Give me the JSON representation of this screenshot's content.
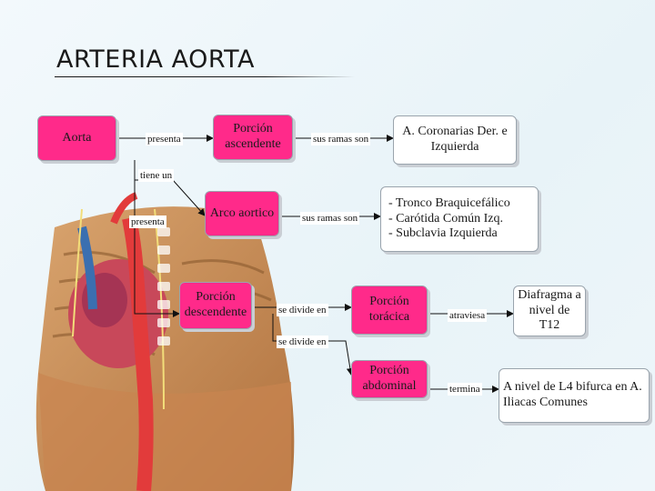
{
  "title": "ARTERIA AORTA",
  "nodes": {
    "aorta": "Aorta",
    "ascendente": "Porción ascendente",
    "coronarias": "A. Coronarias Der. e Izquierda",
    "arco": "Arco aortico",
    "ramas_arco": "- Tronco Braquicefálico\n- Carótida Común Izq.\n- Subclavia Izquierda",
    "descendente": "Porción descendente",
    "toracica": "Porción torácica",
    "diafragma": "Diafragma a nivel de T12",
    "abdominal": "Porción abdominal",
    "bifurca": "A nivel de L4 bifurca en A. Iliacas Comunes"
  },
  "connectors": {
    "presenta_1": "presenta",
    "sus_ramas_1": "sus ramas son",
    "tiene_un": "tiene un",
    "presenta_2": "presenta",
    "sus_ramas_2": "sus ramas son",
    "se_divide_1": "se divide en",
    "se_divide_2": "se divide en",
    "atraviesa": "atraviesa",
    "termina": "termina"
  },
  "colors": {
    "concept_pink": "#ff2a8a",
    "concept_white": "#ffffff",
    "link": "#111111"
  }
}
